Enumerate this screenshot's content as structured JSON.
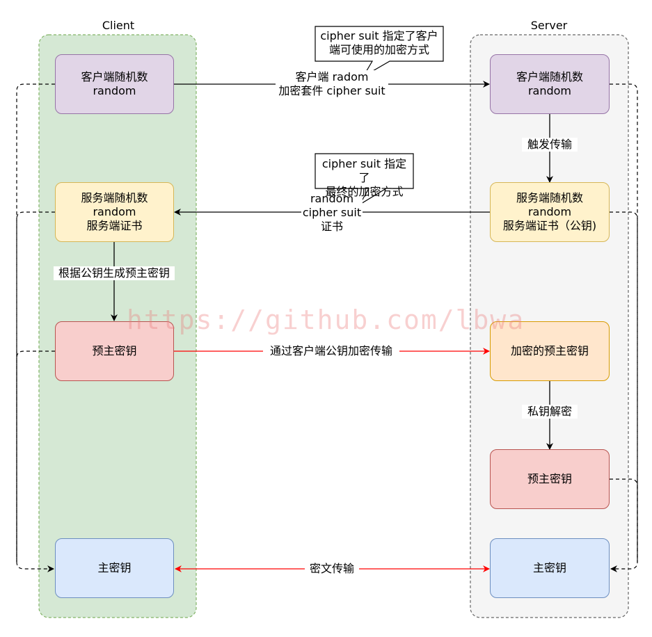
{
  "lanes": {
    "client_title": "Client",
    "server_title": "Server"
  },
  "client": {
    "client_random": "客户端随机数\nrandom",
    "server_random": "服务端随机数\nrandom\n服务端证书",
    "premaster": "预主密钥",
    "master": "主密钥"
  },
  "server": {
    "client_random": "客户端随机数\nrandom",
    "server_random": "服务端随机数\nrandom\n服务端证书（公钥)",
    "encrypted_premaster": "加密的预主密钥",
    "premaster": "预主密钥",
    "master": "主密钥"
  },
  "edges": {
    "client_hello": "客户端 radom\n加密套件 cipher suit",
    "trigger": "触发传输",
    "server_hello": "random\ncipher suit\n证书",
    "gen_premaster": "根据公钥生成预主密钥",
    "encrypt_send": "通过客户端公钥加密传输",
    "decrypt": "私钥解密",
    "cipher_transfer": "密文传输"
  },
  "callouts": {
    "callout1": "cipher suit 指定了客户\n端可使用的加密方式",
    "callout2": "cipher suit 指定了\n最终的加密方式"
  },
  "watermark": "https://github.com/lbwa",
  "colors": {
    "client_lane": "#d5e8d4",
    "client_lane_border": "#82b366",
    "server_lane": "#f5f5f5",
    "server_lane_border": "#666666",
    "black_arrow": "#000000",
    "red_arrow": "#ff0000"
  }
}
